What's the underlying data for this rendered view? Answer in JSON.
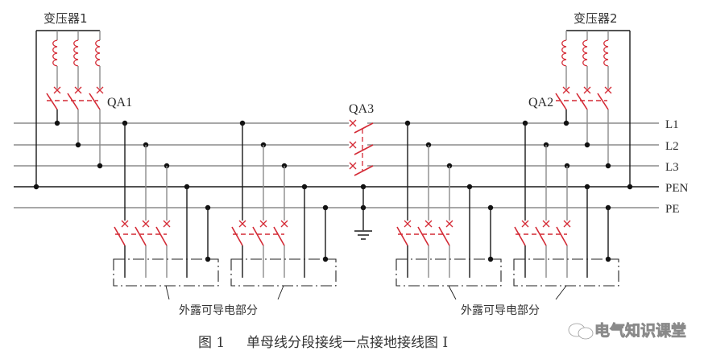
{
  "diagram": {
    "title": "单母线分段接线一点接地接线图 I",
    "caption_number": "图 1",
    "caption_text": "单母线分段接线一点接地接线图 I",
    "colors": {
      "wire_dark": "#1a1a1a",
      "wire_gray": "#8c8c8c",
      "switch_red": "#d42a35",
      "text": "#2a2a2a"
    },
    "transformers": [
      {
        "id": "T1",
        "label": "变压器1",
        "breaker": "QA1"
      },
      {
        "id": "T2",
        "label": "变压器2",
        "breaker": "QA2"
      }
    ],
    "bus_coupler": {
      "label": "QA3"
    },
    "buses": [
      {
        "id": "L1",
        "label": "L1"
      },
      {
        "id": "L2",
        "label": "L2"
      },
      {
        "id": "L3",
        "label": "L3"
      },
      {
        "id": "PEN",
        "label": "PEN"
      },
      {
        "id": "PE",
        "label": "PE"
      }
    ],
    "load_groups": [
      {
        "id": "load-1",
        "poles": 3
      },
      {
        "id": "load-2",
        "poles": 3
      },
      {
        "id": "load-3",
        "poles": 3
      },
      {
        "id": "load-4",
        "poles": 3
      }
    ],
    "exposed_parts_label": "外露可导电部分",
    "ground_symbol": "earth-ground",
    "watermark": "电气知识课堂"
  }
}
